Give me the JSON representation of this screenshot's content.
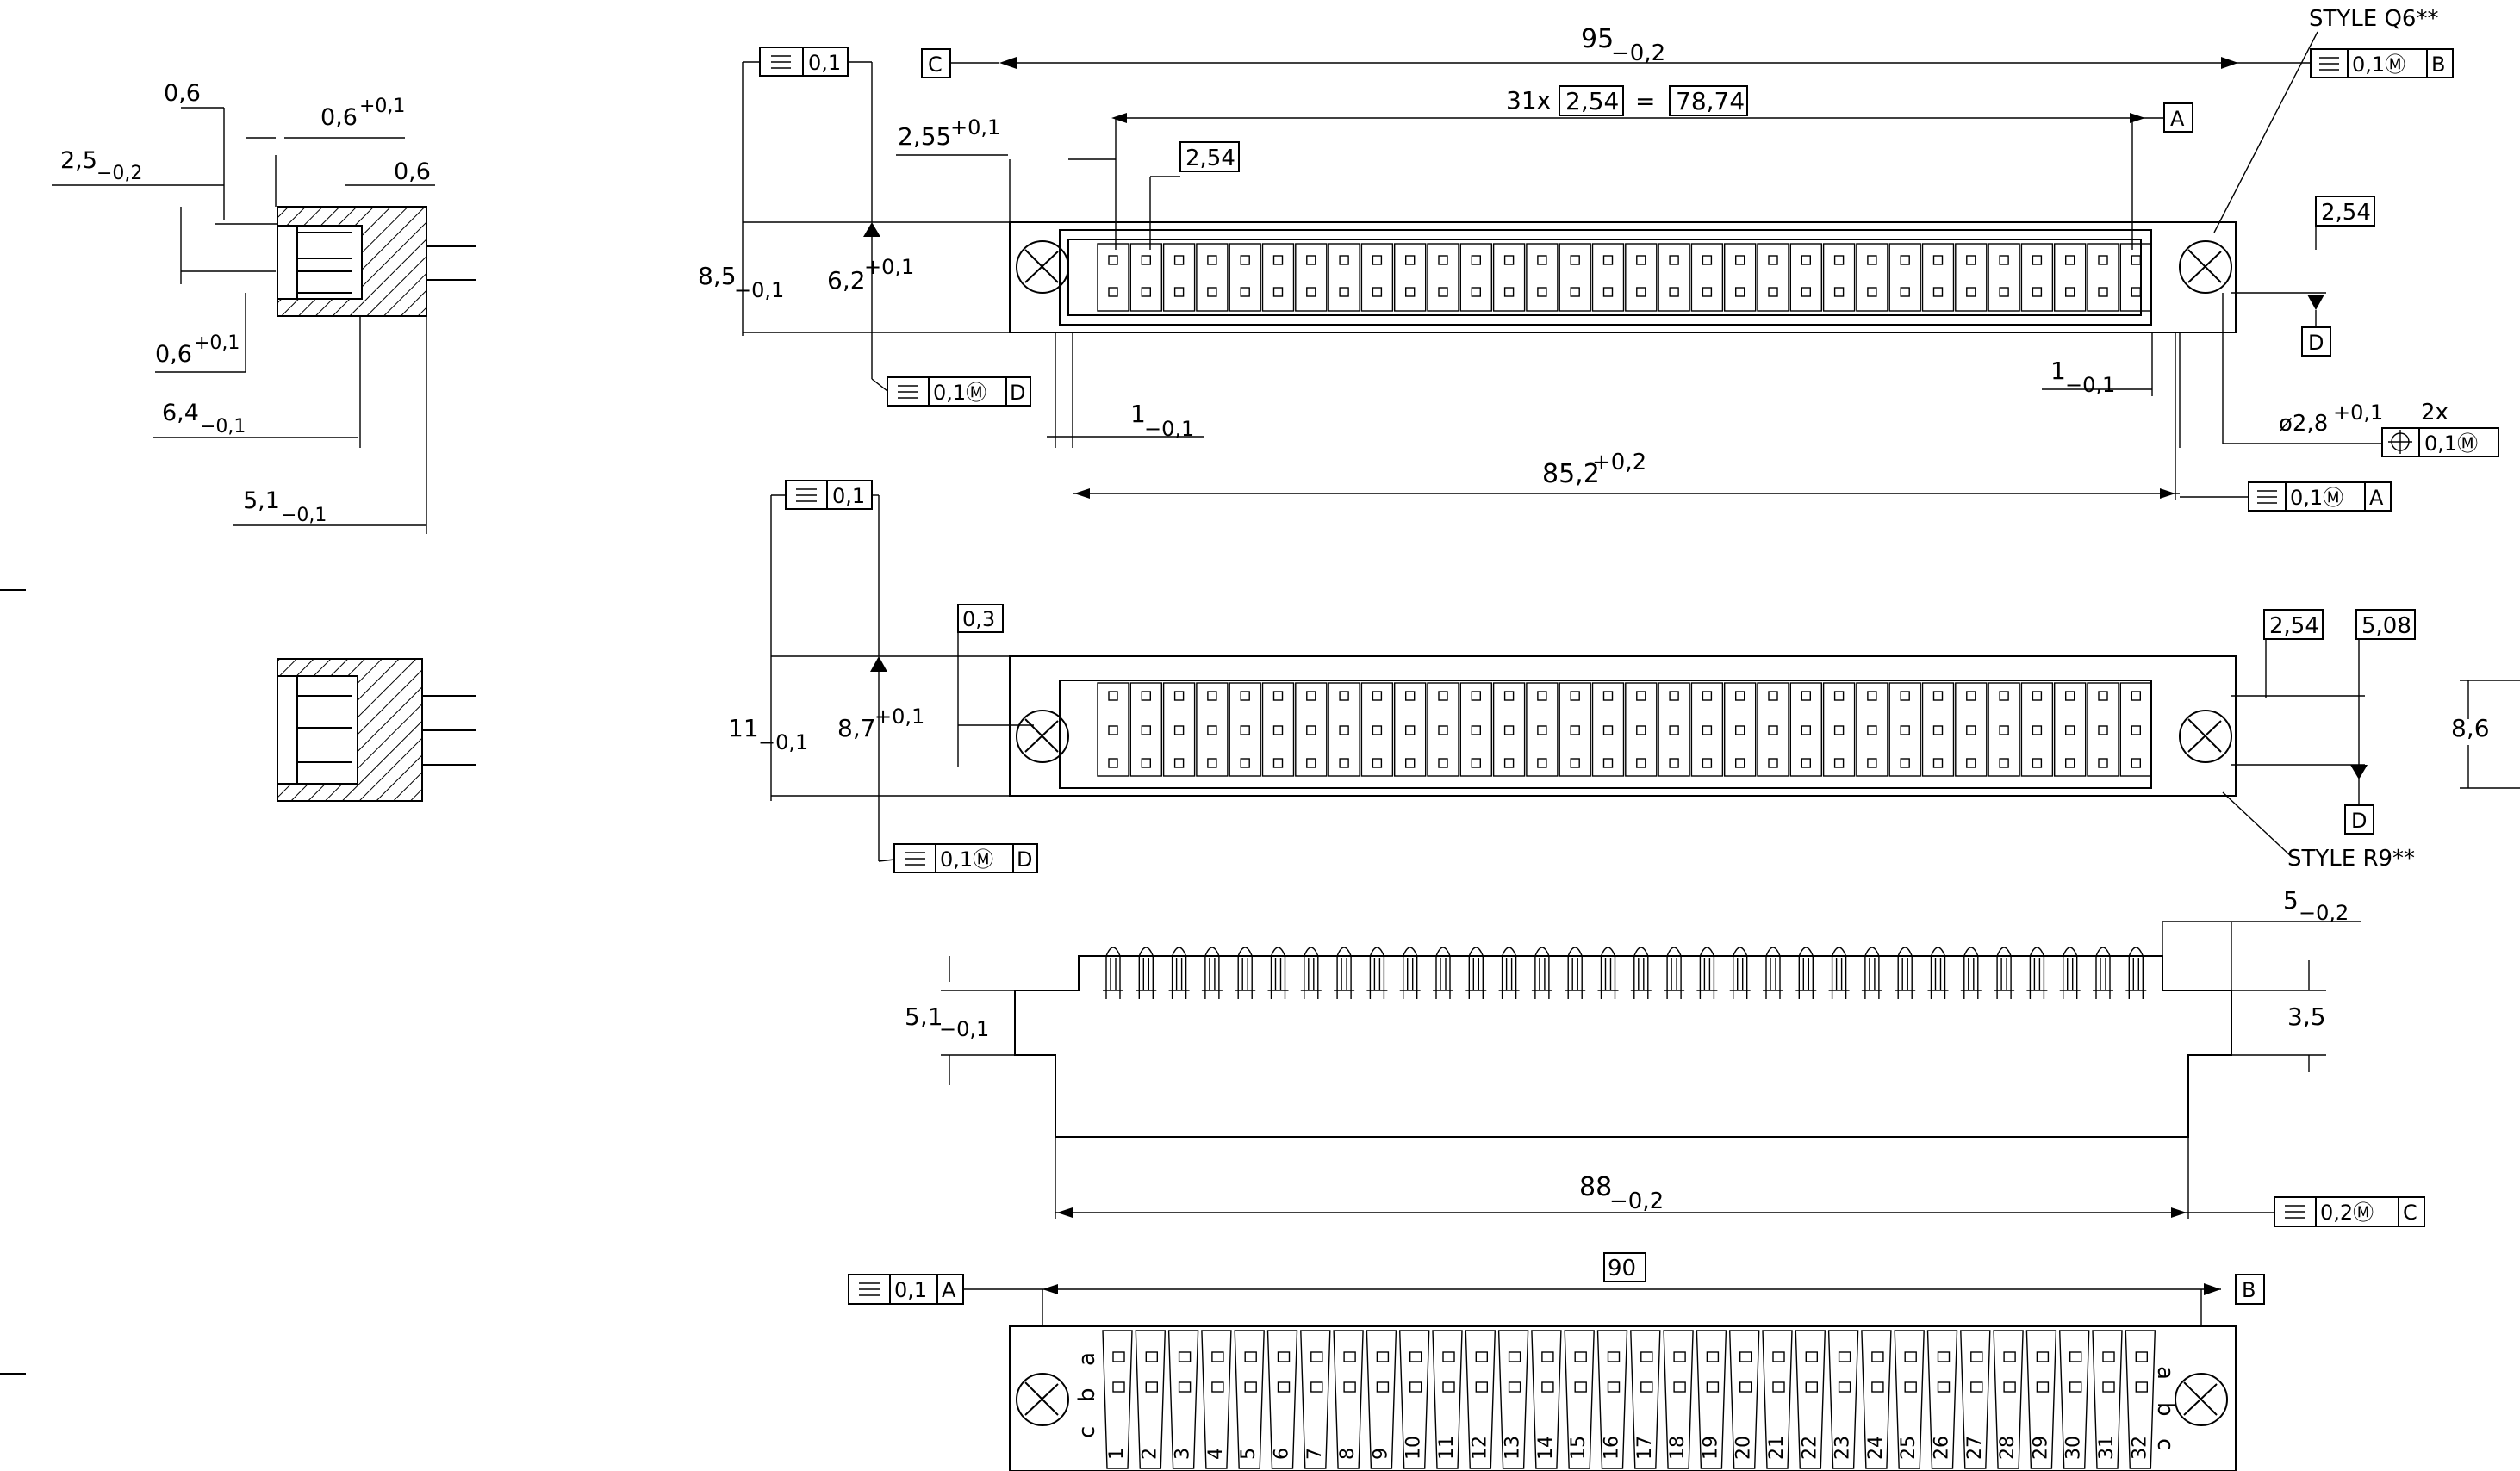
{
  "side_view": {
    "dims": {
      "top_gap": "0,6",
      "right_gap_main": "0,6",
      "right_gap_tol": "+0,1",
      "pin_off": "0,6",
      "left_main": "2,5",
      "left_tol": "−0,2",
      "lower_main": "0,6",
      "lower_tol": "+0,1",
      "depth_main": "6,4",
      "depth_tol": "−0,1",
      "body_main": "5,1",
      "body_tol": "−0,1"
    }
  },
  "top_view_q6": {
    "style_note": "STYLE Q6**",
    "width_main": "95",
    "width_tol": "−0,2",
    "pitch_count": "31x",
    "pitch": "2,54",
    "equals": "=",
    "span": "78,74",
    "offset_main": "2,55",
    "offset_tol": "+0,1",
    "pitch_small": "2,54",
    "height_main": "8,5",
    "height_tol": "−0,1",
    "row_main": "6,2",
    "row_tol": "+0,1",
    "edge_left_main": "1",
    "edge_left_tol": "−0,1",
    "edge_right_main": "1",
    "edge_right_tol": "−0,1",
    "hole_main": "ø2,8",
    "hole_tol": "+0,1",
    "hole_count": "2x",
    "inner_main": "85,2",
    "inner_tol": "+0,2",
    "right_pitch": "2,54",
    "frames": {
      "top_left": [
        "0,1"
      ],
      "top_right": [
        "0,1Ⓜ",
        "B"
      ],
      "bottom_left": [
        "0,1Ⓜ",
        "D"
      ],
      "bottom_right": [
        "0,1Ⓜ",
        "A"
      ],
      "position": [
        "0,1Ⓜ"
      ]
    },
    "datums": {
      "c": "C",
      "a": "A",
      "d": "D"
    }
  },
  "top_view_r9": {
    "style_note": "STYLE R9**",
    "height_main": "11",
    "height_tol": "−0,1",
    "row_main": "8,7",
    "row_tol": "+0,1",
    "offset": "0,3",
    "pitch": "2,54",
    "double_pitch": "5,08",
    "right_height": "8,6",
    "frames": {
      "top": [
        "0,1"
      ],
      "bottom": [
        "0,1Ⓜ",
        "D"
      ]
    },
    "datum_d": "D"
  },
  "front_view": {
    "pin_main": "5,1",
    "pin_tol": "−0,1",
    "flange_main": "5",
    "flange_tol": "−0,2",
    "flange_height": "3,5",
    "length_main": "88",
    "length_tol": "−0,2",
    "frame": [
      "0,2Ⓜ",
      "C"
    ]
  },
  "bottom_view": {
    "span": "90",
    "frame": [
      "0,1",
      "A"
    ],
    "datum_b": "B",
    "row_letters_left": [
      "c",
      "b",
      "a"
    ],
    "row_letters_right": [
      "a",
      "b",
      "c"
    ],
    "pin_numbers": [
      "1",
      "2",
      "3",
      "4",
      "5",
      "6",
      "7",
      "8",
      "9",
      "10",
      "11",
      "12",
      "13",
      "14",
      "15",
      "16",
      "17",
      "18",
      "19",
      "20",
      "21",
      "22",
      "23",
      "24",
      "25",
      "26",
      "27",
      "28",
      "29",
      "30",
      "31",
      "32"
    ]
  }
}
